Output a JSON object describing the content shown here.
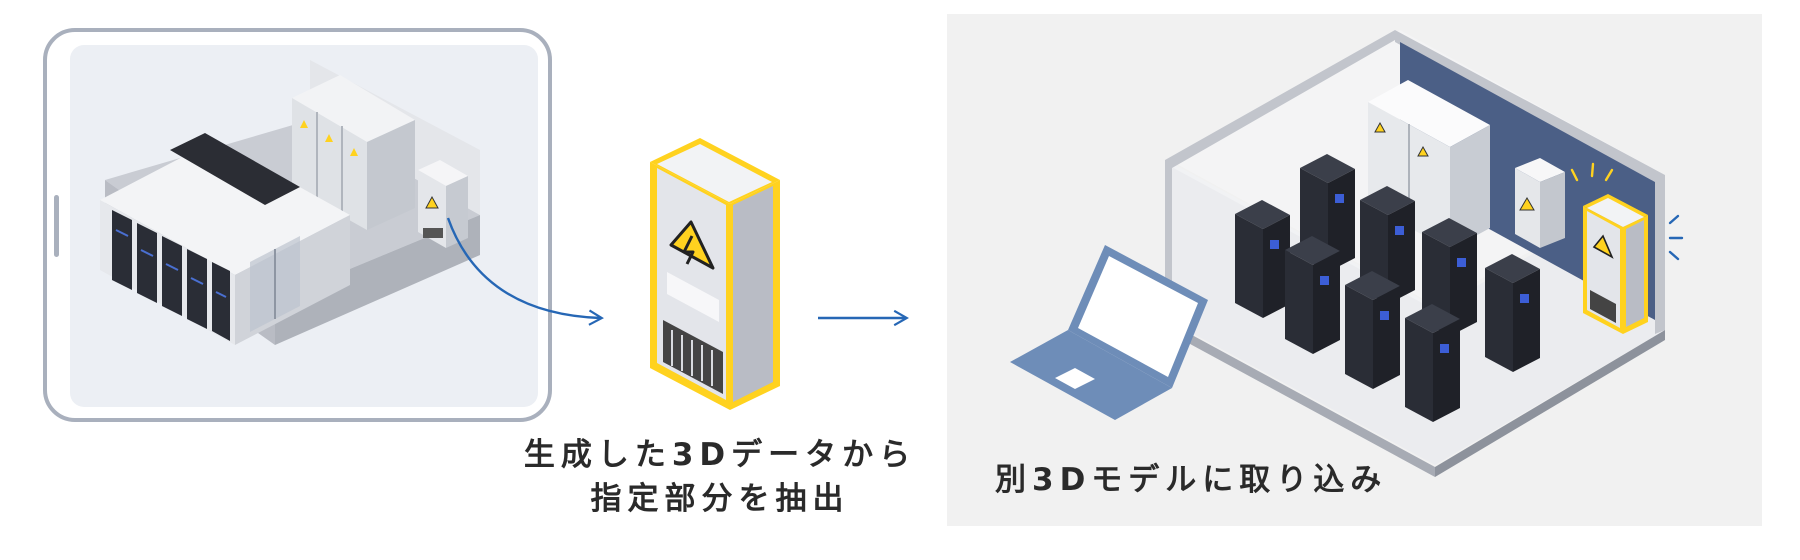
{
  "steps": {
    "extract_caption_line1": "生成した3Dデータから",
    "extract_caption_line2": "指定部分を抽出",
    "import_caption": "別3Dモデルに取り込み"
  },
  "icons": {
    "source_room": "server-room-icon",
    "extracted_part": "electrical-cabinet-icon",
    "target_room": "server-room-icon",
    "laptop": "laptop-icon",
    "arrows": "arrow-right-icon",
    "warning": "high-voltage-warning-icon"
  },
  "colors": {
    "frame": "#a9b0bd",
    "frame_fill": "#eceff4",
    "highlight": "#ffd21f",
    "arrow": "#2667b5",
    "navy_wall": "#4b5f86",
    "laptop": "#6e8db8",
    "rack": "#2a2d36",
    "cabinet": "#e3e5ea",
    "target_panel": "#f1f1f1"
  }
}
